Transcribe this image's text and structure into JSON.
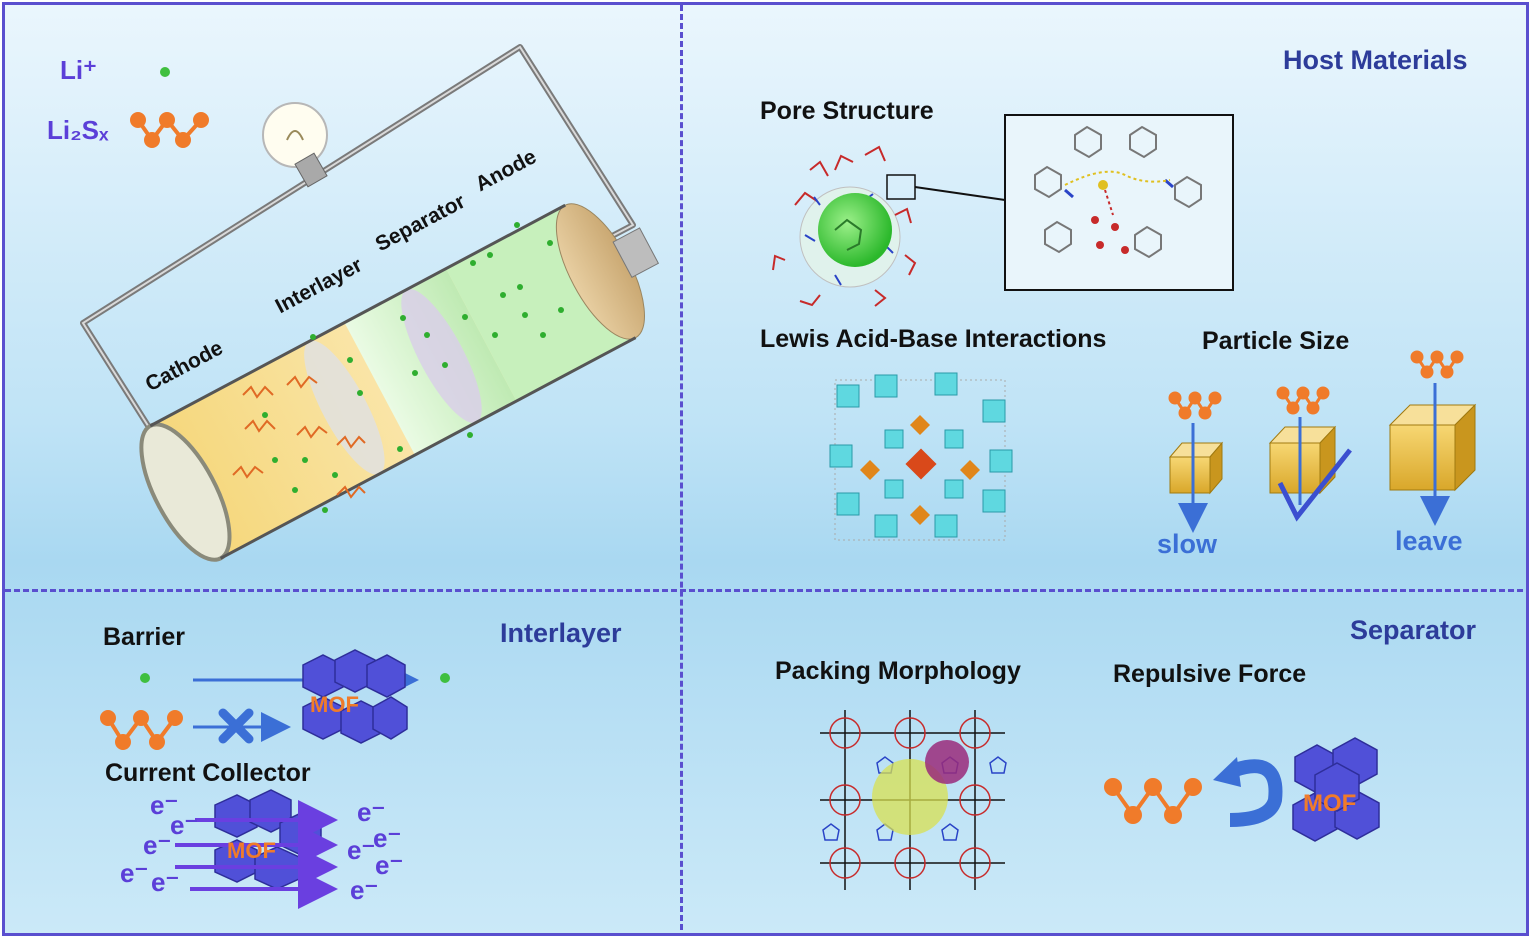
{
  "legend": {
    "li_ion": "Li⁺",
    "polysulfide": "Li₂Sₓ"
  },
  "battery": {
    "cathode": "Cathode",
    "interlayer": "Interlayer",
    "separator": "Separator",
    "anode": "Anode"
  },
  "host": {
    "title": "Host Materials",
    "pore": "Pore Structure",
    "lewis": "Lewis Acid-Base Interactions",
    "particle": "Particle Size",
    "slow": "slow",
    "leave": "leave"
  },
  "interlayer": {
    "title": "Interlayer",
    "barrier": "Barrier",
    "collector": "Current Collector",
    "mof": "MOF",
    "electron": "e⁻"
  },
  "separator": {
    "title": "Separator",
    "packing": "Packing Morphology",
    "repulsive": "Repulsive Force",
    "mof": "MOF"
  },
  "colors": {
    "border": "#5a4fcf",
    "header": "#2d3c9a",
    "polysulfide": "#f07b2a",
    "li": "#3fbf3f",
    "mof": "#4b4bd0",
    "arrow": "#3b6fd6"
  }
}
